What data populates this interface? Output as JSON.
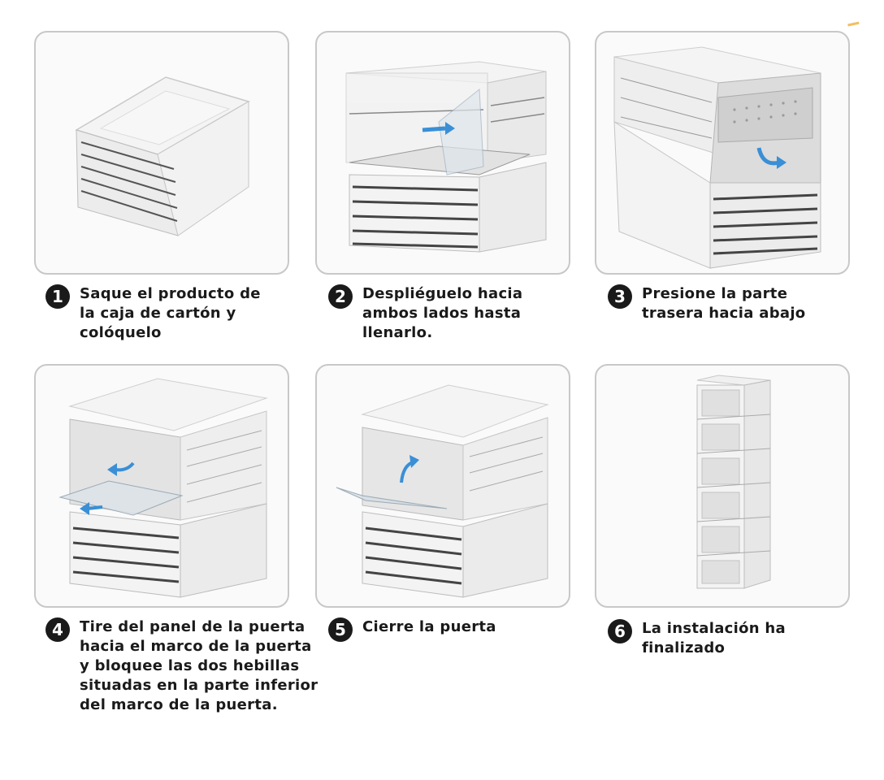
{
  "steps": [
    {
      "num": "1",
      "text": "Saque el producto de\nla caja de cartón y\ncolóquelo"
    },
    {
      "num": "2",
      "text": "Despliéguelo hacia\nambos lados hasta\nllenarlo."
    },
    {
      "num": "3",
      "text": "Presione la parte\ntrasera hacia abajo"
    },
    {
      "num": "4",
      "text": "Tire del panel de la puerta\nhacia el marco de la puerta\ny bloquee las dos hebillas\nsituadas en la parte inferior\ndel marco de la puerta."
    },
    {
      "num": "5",
      "text": "Cierre la puerta"
    },
    {
      "num": "6",
      "text": " La instalación ha\nfinalizado"
    }
  ],
  "colors": {
    "arrow": "#3a8fd6",
    "panel_border": "#c8c8c8",
    "badge": "#1a1a1a"
  }
}
